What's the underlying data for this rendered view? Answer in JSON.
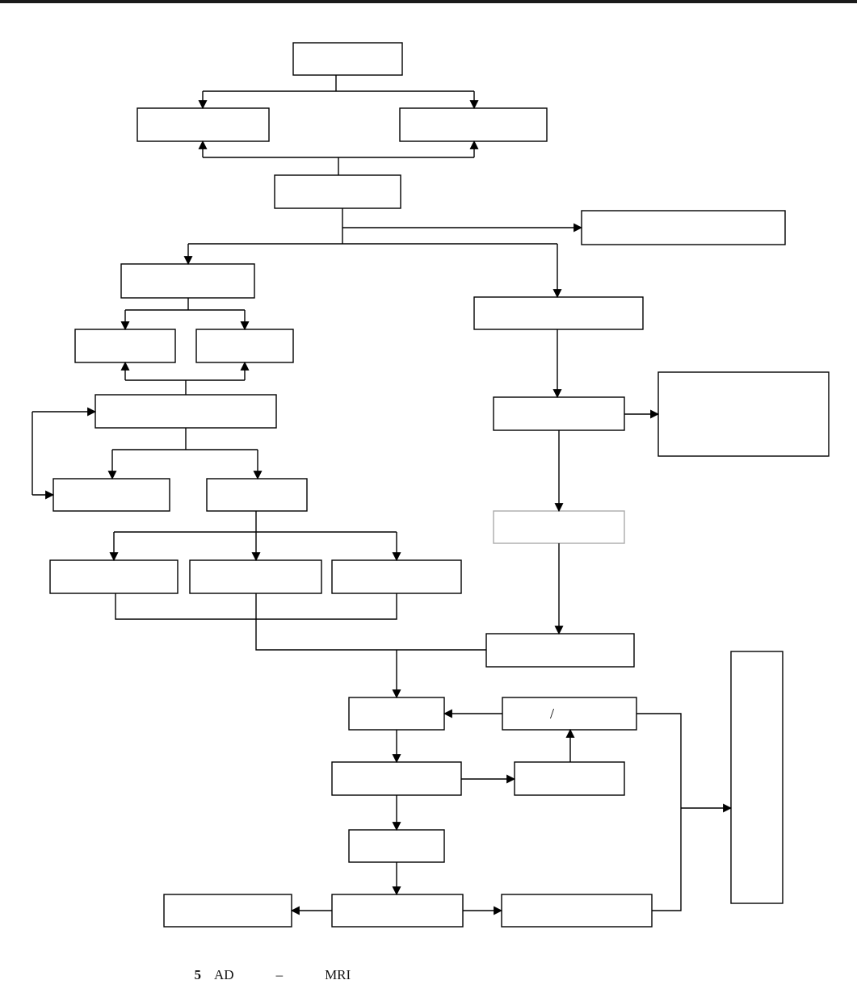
{
  "figure": {
    "caption_number": "5",
    "caption_abbrev": "AD",
    "caption_dash": "–",
    "caption_modality": "MRI"
  },
  "diagram": {
    "slash_box_text": "/",
    "stroke_color": "#000000",
    "faint_box_color": "#aaaaaa"
  }
}
